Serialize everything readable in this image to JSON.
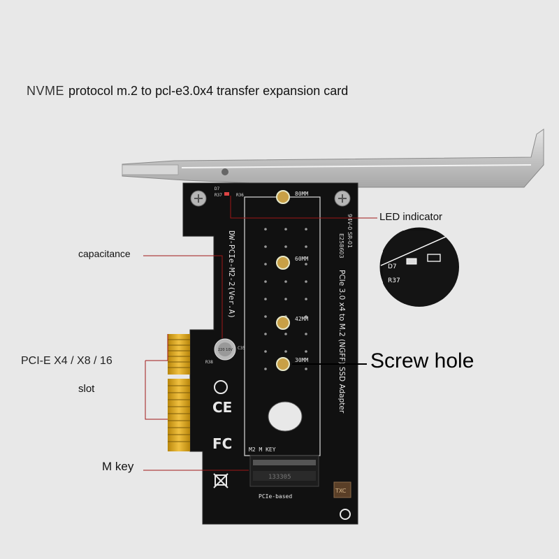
{
  "title": {
    "prefix": "NVME",
    "text": "protocol m.2 to pcl-e3.0x4 transfer expansion card"
  },
  "callouts": {
    "led_indicator": "LED indicator",
    "capacitance": "capacitance",
    "pcie": "PCI-E X4 / X8 / 16",
    "slot": "slot",
    "screw_hole": "Screw hole",
    "m_key": "M key"
  },
  "board": {
    "model": "DW-PCIe-M2-2(Ver.A)",
    "product_line": "PCIe 3.0 x4 to M.2 (NGFF) SSD Adapter",
    "cert": "94V-0 SR-01",
    "cert_id": "E258603",
    "size_marks": [
      "80MM",
      "60MM",
      "42MM",
      "30MM"
    ],
    "connector_label": "M2 M KEY",
    "connector_sub": "PCIe-based",
    "connector_code": "133305",
    "components": [
      "D7",
      "R37",
      "R36",
      "C35",
      "R38"
    ],
    "capacitor_text": "220 10V",
    "brand_stamp": "TXC"
  },
  "colors": {
    "pcb": "#111111",
    "gold": "#d8a418",
    "bracket": "#c9c9c9",
    "callout_line": "#a01818",
    "background": "#e8e8e8"
  }
}
